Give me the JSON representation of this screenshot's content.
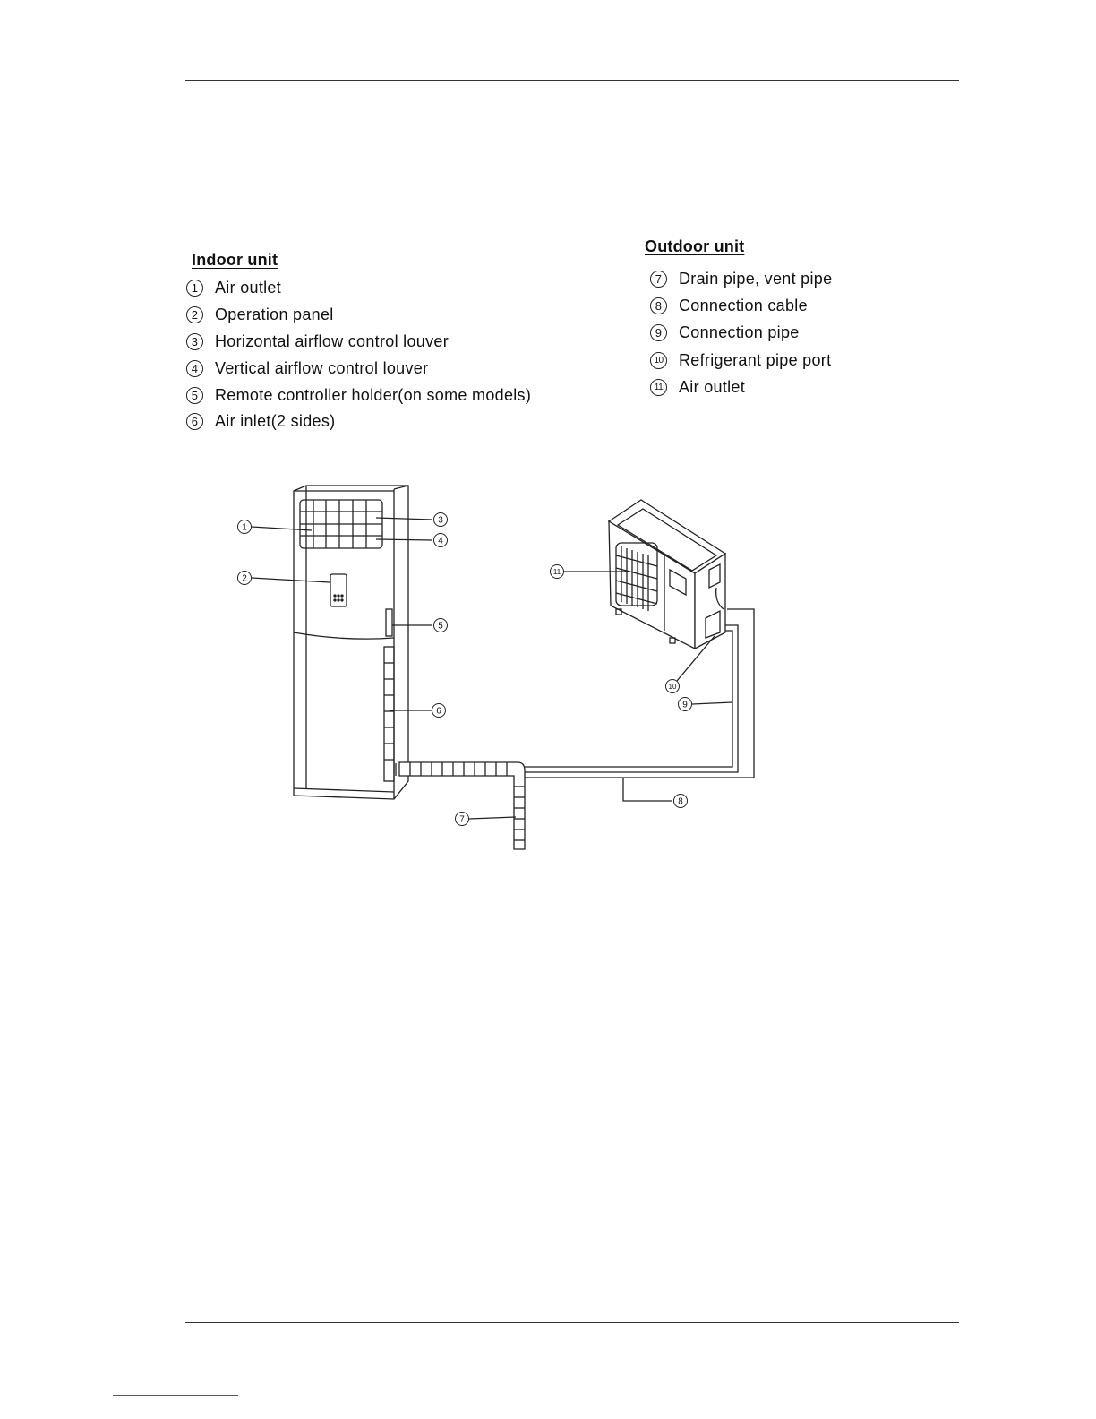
{
  "indoor": {
    "title": "Indoor unit",
    "items": [
      {
        "num": "1",
        "label": "Air outlet"
      },
      {
        "num": "2",
        "label": "Operation panel"
      },
      {
        "num": "3",
        "label": "Horizontal airflow control louver"
      },
      {
        "num": "4",
        "label": "Vertical airflow control louver"
      },
      {
        "num": "5",
        "label": "Remote controller holder(on some models)"
      },
      {
        "num": "6",
        "label": "Air inlet(2 sides)"
      }
    ]
  },
  "outdoor": {
    "title": "Outdoor unit",
    "items": [
      {
        "num": "7",
        "label": "Drain pipe, vent pipe"
      },
      {
        "num": "8",
        "label": "Connection cable"
      },
      {
        "num": "9",
        "label": "Connection pipe"
      },
      {
        "num": "10",
        "label": "Refrigerant pipe port"
      },
      {
        "num": "11",
        "label": "Air outlet"
      }
    ]
  },
  "diagram": {
    "callouts": [
      "1",
      "2",
      "3",
      "4",
      "5",
      "6",
      "7",
      "8",
      "9",
      "10",
      "11"
    ]
  }
}
